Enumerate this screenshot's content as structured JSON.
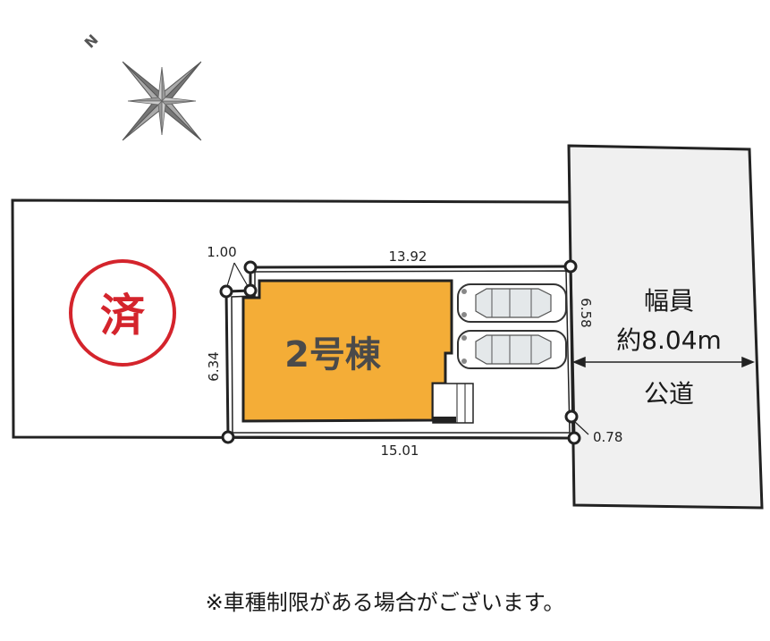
{
  "compass": {
    "north_label": "N",
    "icon": "compass-rose-icon"
  },
  "stamp": {
    "text": "済",
    "color": "#d4242c"
  },
  "building": {
    "label": "2号棟",
    "color": "#f4ad37"
  },
  "dimensions": {
    "top": "13.92",
    "bottom": "15.01",
    "left": "6.34",
    "right": "6.58",
    "corner_top_left": "1.00",
    "corner_bottom_right": "0.78"
  },
  "road": {
    "width_label": "幅員",
    "width_value": "約8.04m",
    "type": "公道",
    "color": "#f0f0f0"
  },
  "parking": {
    "icon": "car-icon",
    "count": 2
  },
  "footnote": "※車種制限がある場合がございます。"
}
